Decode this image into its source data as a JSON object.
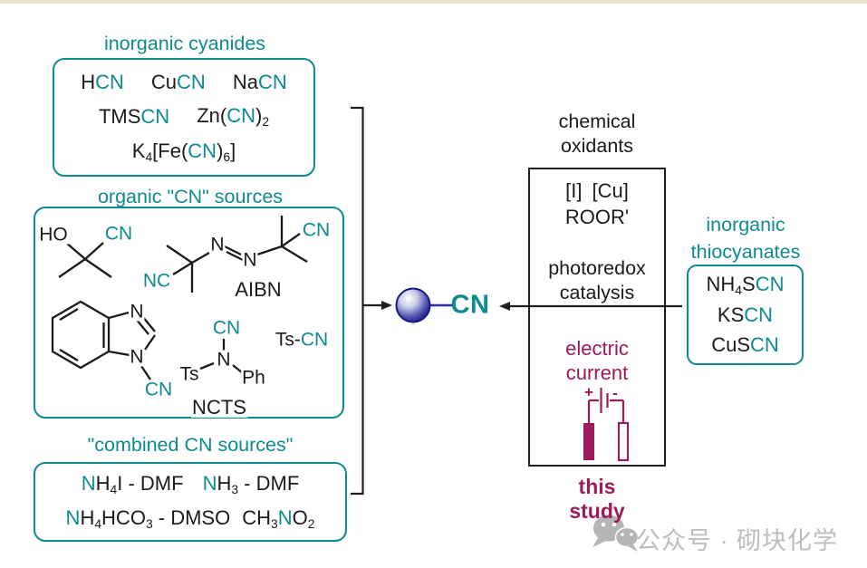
{
  "colors": {
    "teal": "#0e8b8f",
    "black": "#1b1b1b",
    "maroon": "#9e1a5a",
    "sphere_navy": "#2c2c9c",
    "top_bar_beige": "#e8e1c9",
    "watermark_gray": "#bdbdbd"
  },
  "inorganic_cyanides": {
    "title": "inorganic cyanides",
    "items": {
      "hcn": [
        {
          "t": "H"
        },
        {
          "t": "CN",
          "c": "t"
        }
      ],
      "cucn": [
        {
          "t": "Cu"
        },
        {
          "t": "CN",
          "c": "t"
        }
      ],
      "nacn": [
        {
          "t": "Na"
        },
        {
          "t": "CN",
          "c": "t"
        }
      ],
      "tmscn": [
        {
          "t": "TMS"
        },
        {
          "t": "CN",
          "c": "t"
        }
      ],
      "zncn2": [
        {
          "t": "Zn("
        },
        {
          "t": "CN",
          "c": "t"
        },
        {
          "t": ")"
        },
        {
          "t": "2",
          "sub": true
        }
      ],
      "k4fecn6": [
        {
          "t": "K"
        },
        {
          "t": "4",
          "sub": true
        },
        {
          "t": "[Fe("
        },
        {
          "t": "CN",
          "c": "t"
        },
        {
          "t": ")"
        },
        {
          "t": "6",
          "sub": true
        },
        {
          "t": "]"
        }
      ]
    }
  },
  "organic_sources": {
    "title": "organic \"CN\" sources",
    "labels": {
      "ho": "HO",
      "cyanohydrin_cn": "CN",
      "aibn_nc": "NC",
      "aibn_n1": "N",
      "aibn_n2": "N",
      "aibn_cn": "CN",
      "aibn_name": "AIBN",
      "benzimidazole_n_top": "N",
      "benzimidazole_n_bottom": "N",
      "benzimidazole_cn": "CN",
      "ncts_cn": "CN",
      "ncts_n": "N",
      "ncts_ts": "Ts",
      "ncts_ph": "Ph",
      "ncts_name": "NCTS",
      "tscn": [
        {
          "t": "Ts-"
        },
        {
          "t": "CN",
          "c": "t"
        }
      ]
    }
  },
  "combined_sources": {
    "title": "\"combined CN sources\"",
    "items": {
      "nh4i_dmf": [
        {
          "t": "N",
          "c": "t"
        },
        {
          "t": "H"
        },
        {
          "t": "4",
          "sub": true
        },
        {
          "t": "I - DMF"
        }
      ],
      "nh3_dmf": [
        {
          "t": "N",
          "c": "t"
        },
        {
          "t": "H"
        },
        {
          "t": "3",
          "sub": true
        },
        {
          "t": " - DMF"
        }
      ],
      "nh4hco3_dmso": [
        {
          "t": "N",
          "c": "t"
        },
        {
          "t": "H"
        },
        {
          "t": "4",
          "sub": true
        },
        {
          "t": "HCO"
        },
        {
          "t": "3",
          "sub": true
        },
        {
          "t": " - DMSO"
        }
      ],
      "ch3no2": [
        {
          "t": "CH"
        },
        {
          "t": "3",
          "sub": true
        },
        {
          "t": "N",
          "c": "t"
        },
        {
          "t": "O"
        },
        {
          "t": "2",
          "sub": true
        }
      ]
    }
  },
  "center": {
    "cn": "CN"
  },
  "oxidants": {
    "title": [
      "chemical",
      "oxidants"
    ],
    "metals": "[I] [Cu]",
    "peroxide": "ROOR'",
    "photoredox": [
      "photoredox",
      "catalysis"
    ],
    "electric": [
      "electric",
      "current"
    ],
    "battery_plus": "+",
    "battery_minus": "-",
    "study": [
      "this",
      "study"
    ]
  },
  "thiocyanates": {
    "title": [
      "inorganic",
      "thiocyanates"
    ],
    "items": {
      "nh4scn": [
        {
          "t": "NH"
        },
        {
          "t": "4",
          "sub": true
        },
        {
          "t": "S"
        },
        {
          "t": "CN",
          "c": "t"
        }
      ],
      "kscn": [
        {
          "t": "KS"
        },
        {
          "t": "CN",
          "c": "t"
        }
      ],
      "cuscn": [
        {
          "t": "CuS"
        },
        {
          "t": "CN",
          "c": "t"
        }
      ]
    }
  },
  "watermark": {
    "text": "公众号 · 砌块化学"
  }
}
